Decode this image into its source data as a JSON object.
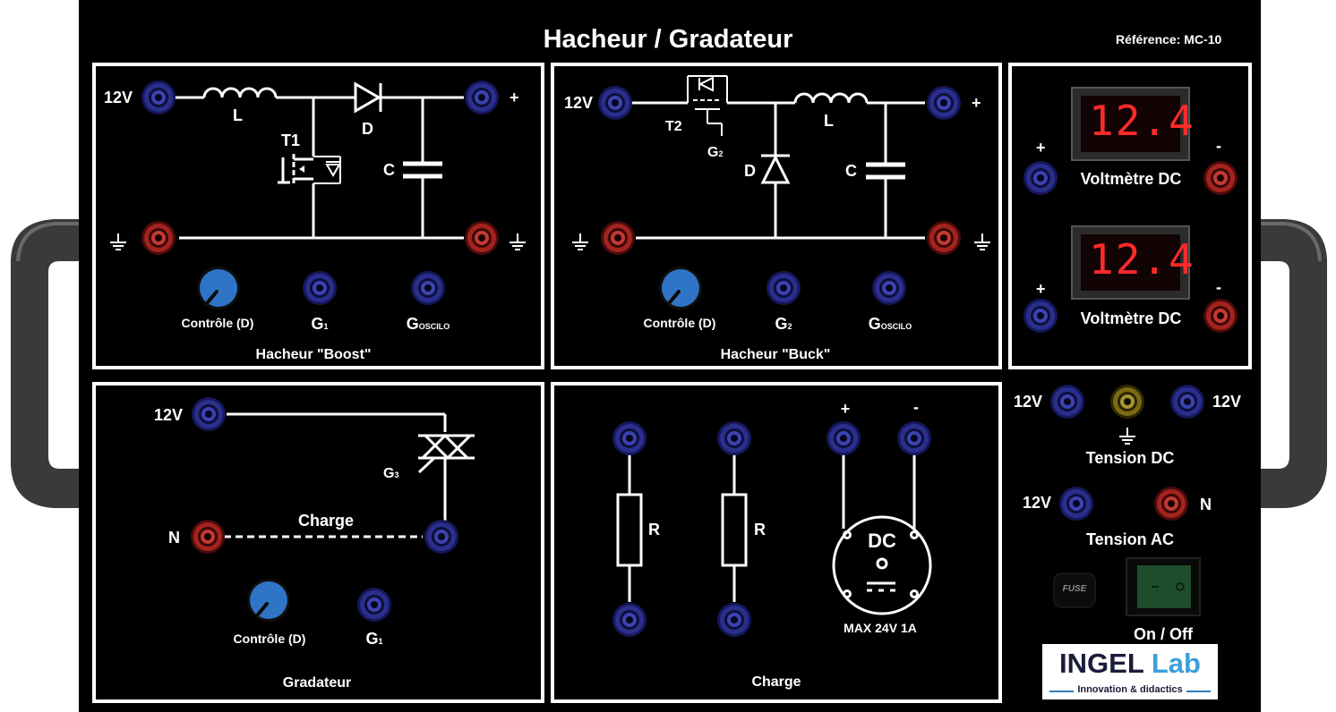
{
  "title": "Hacheur / Gradateur",
  "reference": "Référence: MC-10",
  "boost": {
    "caption": "Hacheur \"Boost\"",
    "input_label": "12V",
    "output_label": "+",
    "inductor": "L",
    "diode": "D",
    "transistor": "T1",
    "capacitor": "C",
    "control_label": "Contrôle (D)",
    "gate_label": "G",
    "gate_sub": "1",
    "osc_label": "G",
    "osc_sub": "OSCILO"
  },
  "buck": {
    "caption": "Hacheur \"Buck\"",
    "input_label": "12V",
    "output_label": "+",
    "inductor": "L",
    "diode": "D",
    "transistor": "T2",
    "gate_tag": "G",
    "gate_tag_sub": "2",
    "capacitor": "C",
    "control_label": "Contrôle (D)",
    "gate_label": "G",
    "gate_sub": "2",
    "osc_label": "G",
    "osc_sub": "OSCILO"
  },
  "voltmeters": [
    {
      "reading": "12.4",
      "label": "Voltmètre DC",
      "plus": "+",
      "minus": "-"
    },
    {
      "reading": "12.4",
      "label": "Voltmètre DC",
      "plus": "+",
      "minus": "-"
    }
  ],
  "gradateur": {
    "caption": "Gradateur",
    "input_label": "12V",
    "gate_tag": "G",
    "gate_tag_sub": "3",
    "neutral_label": "N",
    "load_label": "Charge",
    "control_label": "Contrôle (D)",
    "gate_label": "G",
    "gate_sub": "1"
  },
  "charge": {
    "caption": "Charge",
    "resistor1": "R",
    "resistor2": "R",
    "motor_plus": "+",
    "motor_minus": "-",
    "motor_label": "DC",
    "motor_symbol": "===",
    "motor_rating": "MAX 24V 1A"
  },
  "supply": {
    "dc_left": "12V",
    "dc_right": "12V",
    "dc_caption": "Tension DC",
    "ac_left": "12V",
    "ac_right": "N",
    "ac_caption": "Tension AC",
    "fuse": "FUSE",
    "switch_label": "On / Off"
  },
  "logo": {
    "word1": "INGEL",
    "word2": "Lab",
    "tagline": "Innovation & didactics"
  },
  "colors": {
    "panel": "#000000",
    "blue_jack": "#2a2f8c",
    "red_jack": "#a3231e",
    "yellow_jack": "#7a6a10",
    "display_digits": "#ff2a2a",
    "knob": "#2f74c7",
    "switch": "#1e4d2b",
    "logo_blue": "#3aa0d8"
  }
}
